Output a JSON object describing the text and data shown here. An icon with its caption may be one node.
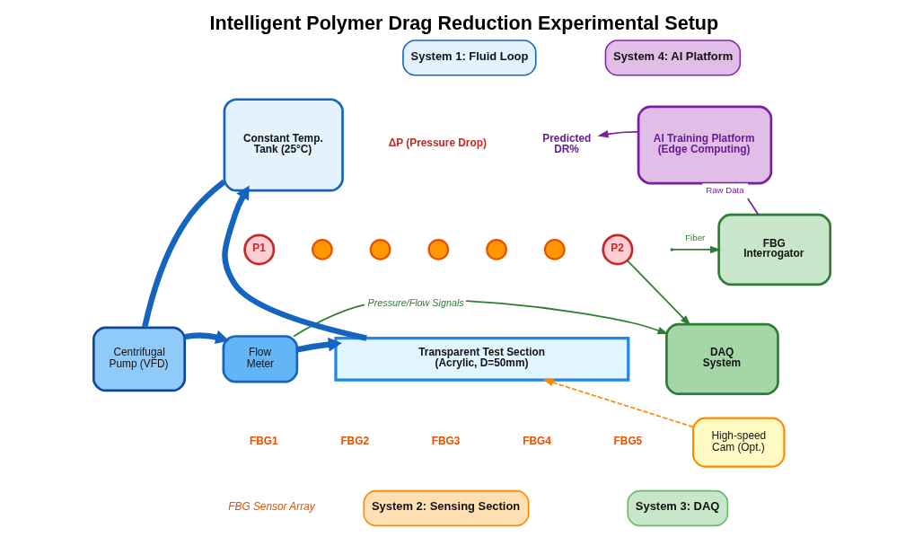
{
  "diagram": {
    "title": "Intelligent Polymer Drag Reduction Experimental Setup",
    "nodes": [
      {
        "text": [
          "System 4: AI Platform"
        ]
      },
      {
        "text": [
          "AI Training Platform (Edge Computing)"
        ]
      },
      {
        "text": [
          "Predicted DR%"
        ]
      },
      {
        "text": [
          "System 1: Fluid Loop"
        ]
      },
      {
        "text": [
          "Constant Temp. Tank (25°C)"
        ]
      },
      {
        "text": [
          "FBG Interrogator"
        ]
      },
      {
        "text": [
          "P1"
        ]
      },
      {
        "text": [],
        "shape": "circle"
      },
      {
        "text": [],
        "shape": "circle"
      },
      {
        "text": [],
        "shape": "circle"
      },
      {
        "text": [],
        "shape": "circle"
      },
      {
        "text": [],
        "shape": "circle"
      },
      {
        "text": [
          "P2"
        ]
      },
      {
        "text": [
          "Centrifugal Pump (VFD)"
        ]
      },
      {
        "text": [
          "Flow Meter"
        ]
      },
      {
        "text": [
          "Transparent Test Section (Acrylic, D=50mm)"
        ]
      },
      {
        "text": [
          "DAQ System"
        ]
      },
      {
        "text": [
          "System 3: DAQ"
        ]
      },
      {
        "text": [
          "High-speed Cam (Opt.)"
        ]
      },
      {
        "text": [
          "System 2: Sensing Section"
        ]
      }
    ],
    "edges": [
      {
        "from": 4,
        "to": 13,
        "arrow": "none",
        "style": "thick"
      },
      {
        "from": 13,
        "to": 14,
        "arrow": "to",
        "style": "thick"
      },
      {
        "from": 14,
        "to": 15,
        "arrow": "to",
        "style": "thick"
      },
      {
        "from": 15,
        "to": 4,
        "arrow": "to",
        "style": "thick"
      },
      {
        "from": null,
        "to": 5,
        "arrow": "to",
        "label": "Fiber",
        "color": "#2e7d32"
      },
      {
        "from": 12,
        "to": 16,
        "arrow": "to",
        "color": "#2e7d32"
      },
      {
        "from": 14,
        "to": 16,
        "arrow": "to",
        "label": "Pressure/Flow Signals",
        "color": "#2e7d32"
      },
      {
        "from": 18,
        "to": 15,
        "arrow": "to",
        "style": "dashed",
        "color": "#fb8c00"
      },
      {
        "from": 5,
        "to": 1,
        "arrow": "to",
        "label": "Raw Data",
        "color": "#7b1fa2"
      },
      {
        "from": 1,
        "to": 2,
        "arrow": "to",
        "color": "#7b1fa2"
      }
    ],
    "labels": [
      "ΔP (Pressure Drop)",
      "FBG1",
      "FBG2",
      "FBG3",
      "FBG4",
      "FBG5",
      "FBG Sensor Array"
    ]
  }
}
